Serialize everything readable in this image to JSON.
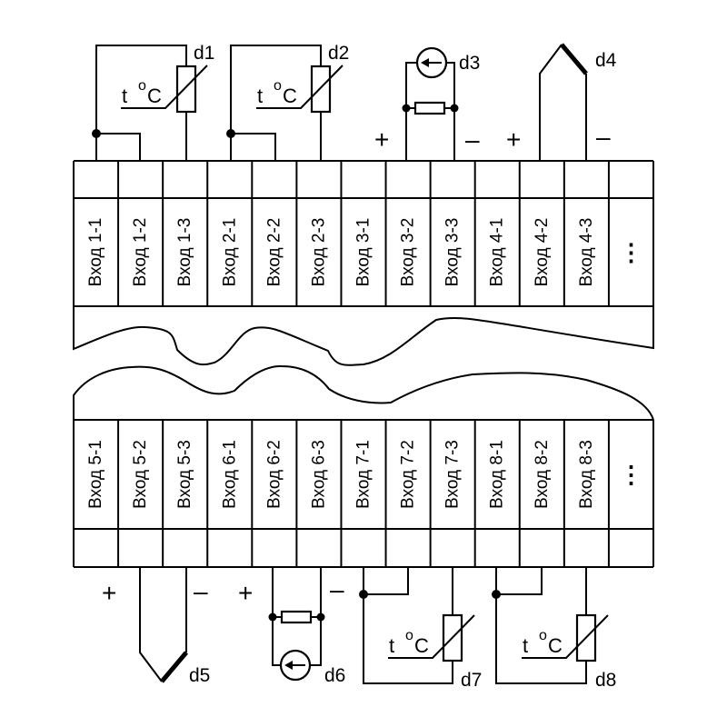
{
  "diagram": {
    "type": "terminal-connection-diagram",
    "top_block": {
      "terminals": [
        "Вход 1-1",
        "Вход 1-2",
        "Вход 1-3",
        "Вход 2-1",
        "Вход 2-2",
        "Вход 2-3",
        "Вход 3-1",
        "Вход 3-2",
        "Вход 3-3",
        "Вход 4-1",
        "Вход 4-2",
        "Вход 4-3"
      ],
      "continuation": "⋮"
    },
    "bottom_block": {
      "terminals": [
        "Вход 5-1",
        "Вход 5-2",
        "Вход 5-3",
        "Вход 6-1",
        "Вход 6-2",
        "Вход 6-3",
        "Вход 7-1",
        "Вход 7-2",
        "Вход 7-3",
        "Вход 8-1",
        "Вход 8-2",
        "Вход 8-3"
      ],
      "continuation": "⋮"
    },
    "sensors": [
      {
        "id": "d1",
        "label": "d1",
        "kind": "thermistor-3wire",
        "temp_label": "t",
        "unit_sup": "o",
        "unit": "C",
        "terminals": [
          "Вход 1-1",
          "Вход 1-2",
          "Вход 1-3"
        ]
      },
      {
        "id": "d2",
        "label": "d2",
        "kind": "thermistor-3wire",
        "temp_label": "t",
        "unit_sup": "o",
        "unit": "C",
        "terminals": [
          "Вход 2-1",
          "Вход 2-2",
          "Вход 2-3"
        ]
      },
      {
        "id": "d3",
        "label": "d3",
        "kind": "current-source-with-shunt",
        "plus": "+",
        "minus": "–",
        "terminals": [
          "Вход 3-2",
          "Вход 3-3"
        ]
      },
      {
        "id": "d4",
        "label": "d4",
        "kind": "thermocouple",
        "plus": "+",
        "minus": "–",
        "terminals": [
          "Вход 4-2",
          "Вход 4-3"
        ]
      },
      {
        "id": "d5",
        "label": "d5",
        "kind": "thermocouple",
        "plus": "+",
        "minus": "–",
        "terminals": [
          "Вход 5-2",
          "Вход 5-3"
        ]
      },
      {
        "id": "d6",
        "label": "d6",
        "kind": "current-source-with-shunt",
        "plus": "+",
        "minus": "–",
        "terminals": [
          "Вход 6-2",
          "Вход 6-3"
        ]
      },
      {
        "id": "d7",
        "label": "d7",
        "kind": "thermistor-3wire",
        "temp_label": "t",
        "unit_sup": "o",
        "unit": "C",
        "terminals": [
          "Вход 7-1",
          "Вход 7-2",
          "Вход 7-3"
        ]
      },
      {
        "id": "d8",
        "label": "d8",
        "kind": "thermistor-3wire",
        "temp_label": "t",
        "unit_sup": "o",
        "unit": "C",
        "terminals": [
          "Вход 8-1",
          "Вход 8-2",
          "Вход 8-3"
        ]
      }
    ]
  }
}
